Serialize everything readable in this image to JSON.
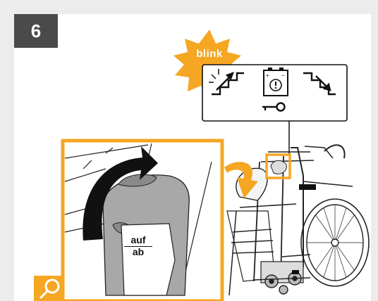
{
  "step": {
    "number": "6"
  },
  "indicator": {
    "blink_label": "blink"
  },
  "control_panel": {
    "icons": [
      "stairs-up-icon",
      "battery-warning-icon",
      "stairs-down-icon",
      "key-icon"
    ]
  },
  "detail": {
    "label_top": "auf",
    "label_bottom": "ab",
    "icon": "magnifier-icon"
  },
  "colors": {
    "accent": "#f5a623",
    "badge": "#4a4a4a",
    "background": "#ececec",
    "arrow": "#111111"
  }
}
